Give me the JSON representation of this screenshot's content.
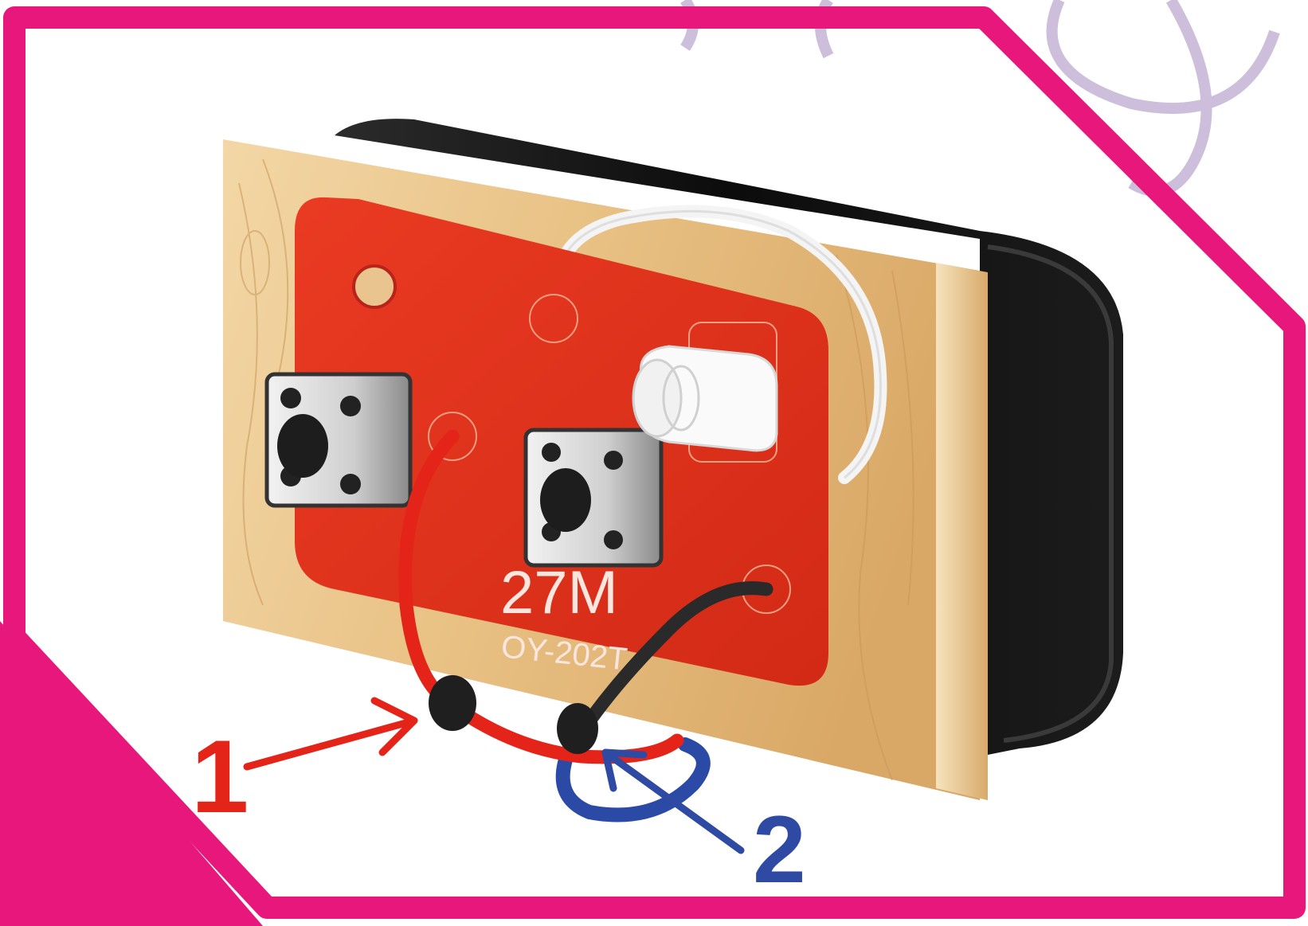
{
  "colors": {
    "frame": "#e8177c",
    "decor_loop": "#cdbfdc",
    "wood": "#e9c48e",
    "pcb": "#e2311c",
    "battery": "#141414",
    "wire_red": "#e52419",
    "wire_black": "#2a2a2a",
    "wire_blue": "#2b4aa6",
    "wire_white": "#f4f4f4",
    "callout_1": "#e52419",
    "callout_2": "#2e4aa3"
  },
  "board": {
    "label_main": "27M",
    "label_model": "OY-202T"
  },
  "callouts": [
    {
      "label": "1",
      "icon": "red-arrow"
    },
    {
      "label": "2",
      "icon": "blue-arrow"
    }
  ]
}
